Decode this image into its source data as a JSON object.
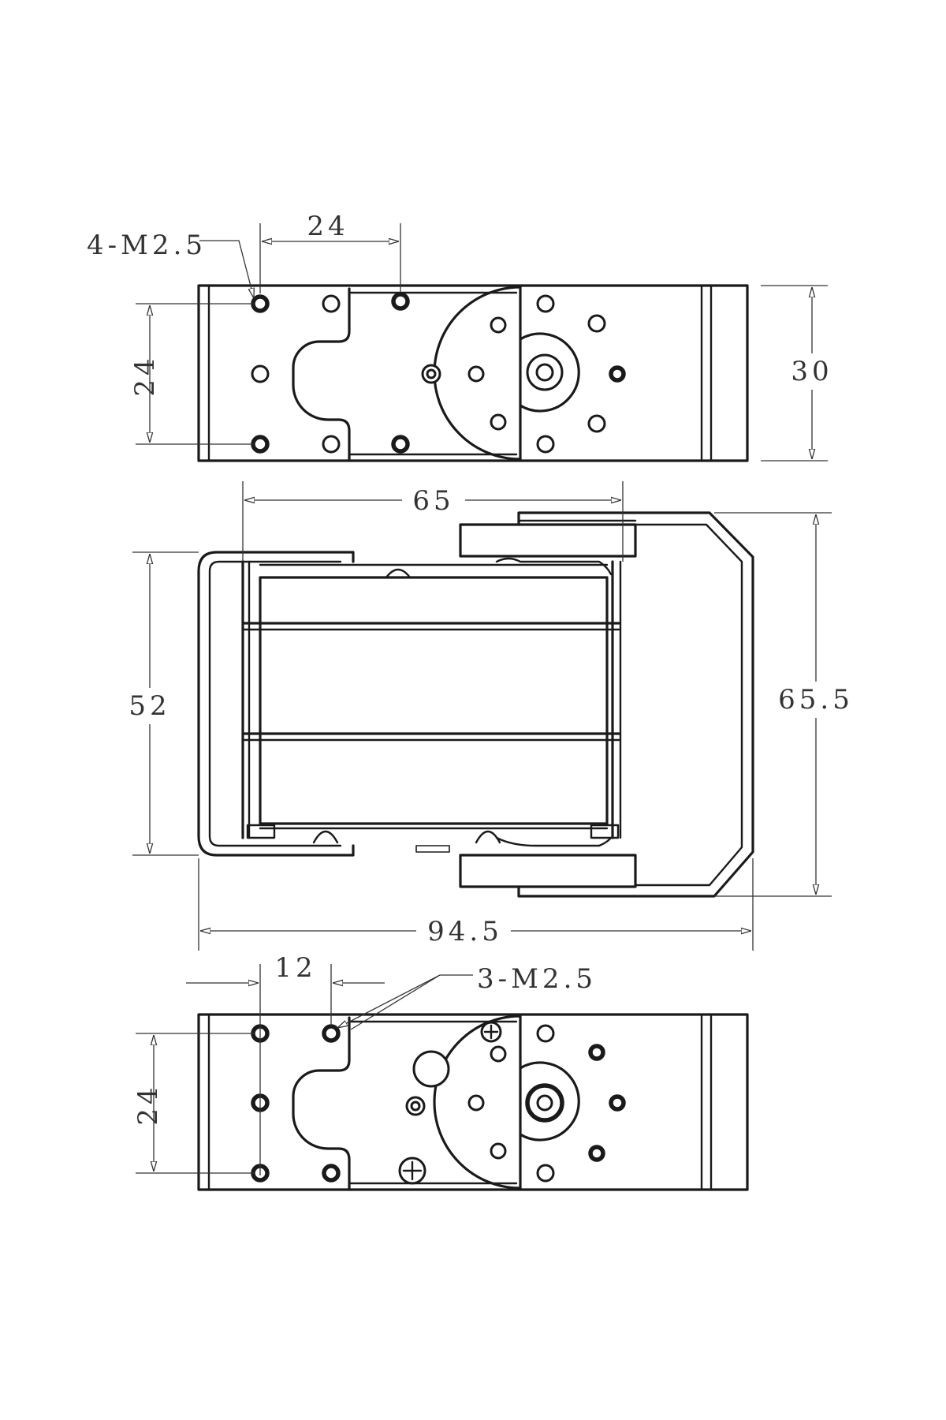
{
  "diagram": {
    "top_view": {
      "thread_callout": "4-M2.5",
      "hole_spacing_horizontal": "24",
      "hole_spacing_vertical": "24",
      "body_height": "30"
    },
    "side_view": {
      "body_length": "65",
      "body_height": "52",
      "bracket_height": "65.5",
      "overall_length": "94.5"
    },
    "bottom_view": {
      "thread_callout": "3-M2.5",
      "hole_spacing_horizontal": "12",
      "hole_spacing_vertical": "24"
    }
  },
  "colors": {
    "line": "#1a1a1a",
    "dimension": "#333333",
    "background": "#ffffff"
  }
}
